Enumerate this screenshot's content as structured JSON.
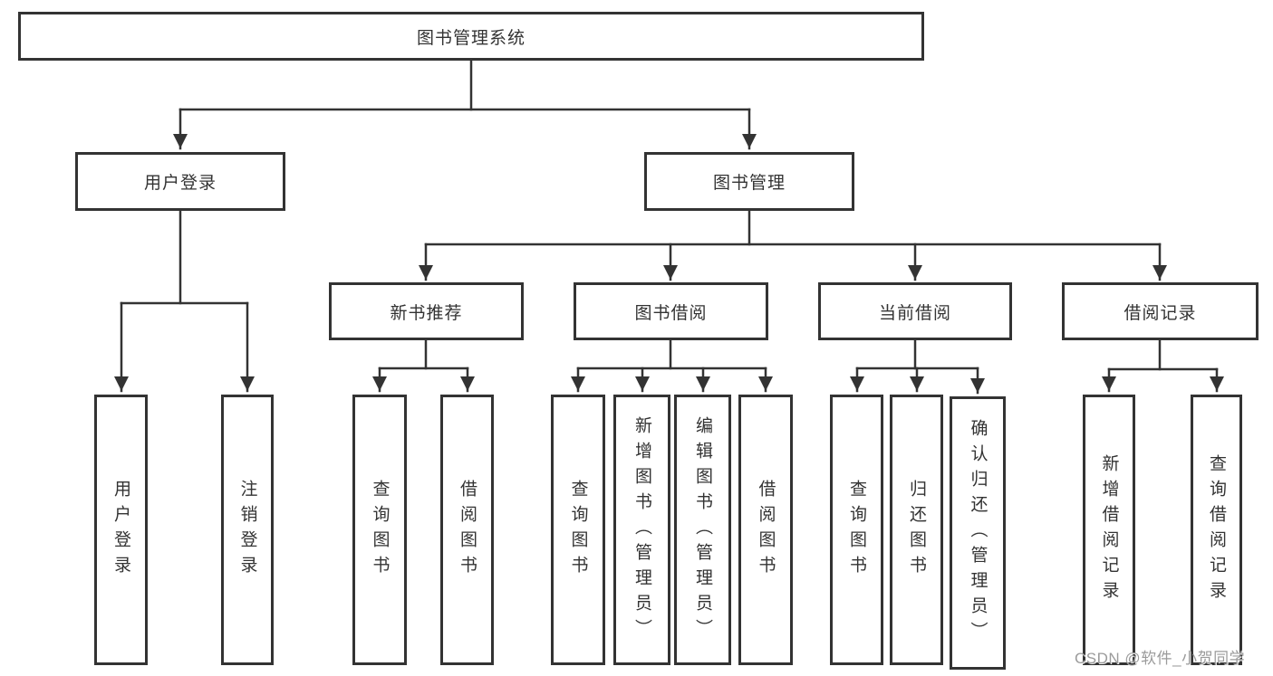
{
  "diagram": {
    "tree": {
      "root": {
        "label": "图书管理系统"
      },
      "children": [
        {
          "label": "用户登录",
          "children": [
            {
              "label": "用户登录"
            },
            {
              "label": "注销登录"
            }
          ]
        },
        {
          "label": "图书管理",
          "children": [
            {
              "label": "新书推荐",
              "children": [
                {
                  "label": "查询图书"
                },
                {
                  "label": "借阅图书"
                }
              ]
            },
            {
              "label": "图书借阅",
              "children": [
                {
                  "label": "查询图书"
                },
                {
                  "label": "新增图书（管理员）"
                },
                {
                  "label": "编辑图书（管理员）"
                },
                {
                  "label": "借阅图书"
                }
              ]
            },
            {
              "label": "当前借阅",
              "children": [
                {
                  "label": "查询图书"
                },
                {
                  "label": "归还图书"
                },
                {
                  "label": "确认归还（管理员）"
                }
              ]
            },
            {
              "label": "借阅记录",
              "children": [
                {
                  "label": "新增借阅记录"
                },
                {
                  "label": "查询借阅记录"
                }
              ]
            }
          ]
        }
      ]
    },
    "colors": {
      "line": "#333333",
      "box_border": "#333333",
      "text": "#333333",
      "background": "#ffffff",
      "watermark": "#9b9b9b"
    }
  },
  "watermark": {
    "text": "CSDN @软件_小贺同学"
  }
}
